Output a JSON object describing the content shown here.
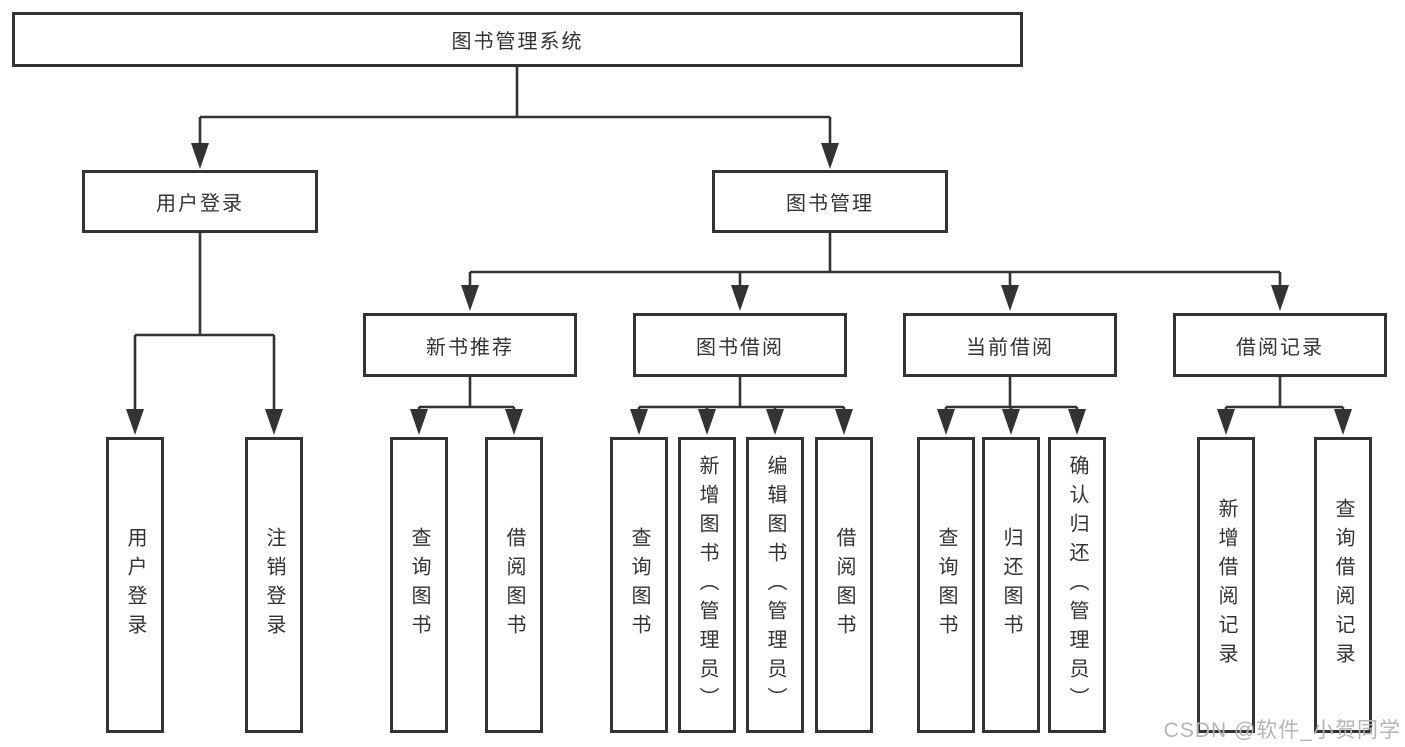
{
  "diagram": {
    "root": {
      "label": "图书管理系统"
    },
    "level2": {
      "user_login": {
        "label": "用户登录"
      },
      "book_mgmt": {
        "label": "图书管理"
      }
    },
    "level3": {
      "new_book_rec": {
        "label": "新书推荐"
      },
      "book_borrow": {
        "label": "图书借阅"
      },
      "current_borrow": {
        "label": "当前借阅"
      },
      "borrow_records": {
        "label": "借阅记录"
      }
    },
    "leaves": {
      "user_login": [
        "用户登录",
        "注销登录"
      ],
      "new_book_rec": [
        "查询图书",
        "借阅图书"
      ],
      "book_borrow": [
        "查询图书",
        "新增图书（管理员）",
        "编辑图书（管理员）",
        "借阅图书"
      ],
      "current_borrow": [
        "查询图书",
        "归还图书",
        "确认归还（管理员）"
      ],
      "borrow_records": [
        "新增借阅记录",
        "查询借阅记录"
      ]
    }
  },
  "watermark": {
    "text": "CSDN @软件_小贺同学"
  },
  "colors": {
    "line": "#333333",
    "box_border": "#333333",
    "box_fill": "#ffffff",
    "text": "#333333",
    "watermark": "#b5b5b5"
  }
}
